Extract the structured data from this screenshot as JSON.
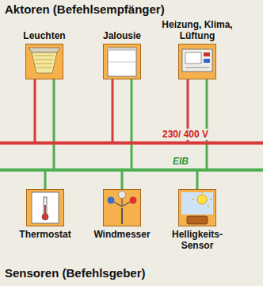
{
  "diagram": {
    "title": "Aktoren (Befehlsempfänger)",
    "caption": "Sensoren (Befehlsgeber)",
    "nodes": [
      {
        "text": [
          "Leuchten"
        ]
      },
      {
        "text": [
          "Jalousie"
        ]
      },
      {
        "text": [
          "Heizung, Klima, Lüftung"
        ]
      },
      {
        "text": [
          "Thermostat"
        ]
      },
      {
        "text": [
          "Windmesser"
        ]
      },
      {
        "text": [
          "Helligkeits- Sensor"
        ]
      }
    ],
    "labels": [
      "230/ 400 V",
      "EIB"
    ]
  }
}
